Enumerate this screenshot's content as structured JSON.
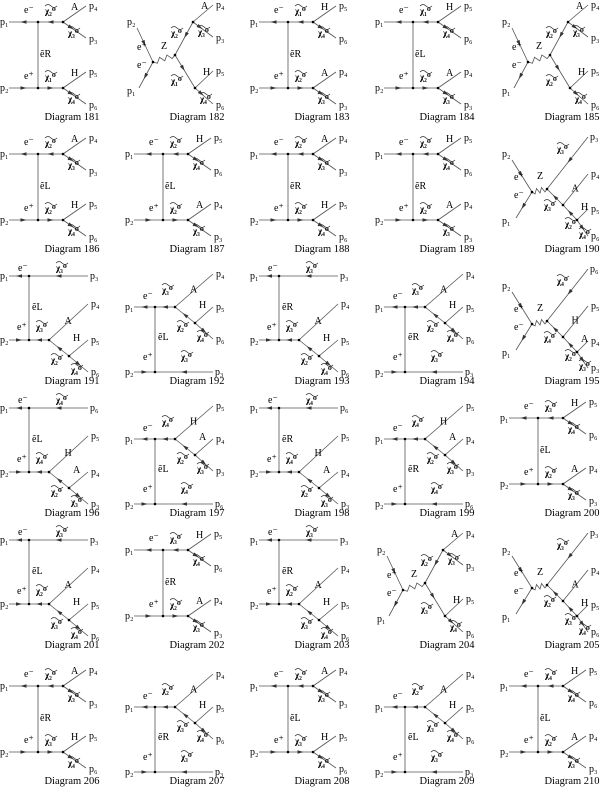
{
  "diagrams": [
    {
      "caption": "Diagram 181",
      "type": "T",
      "in_top": "p₁",
      "in_bot": "p₂",
      "e_top": "e⁻",
      "e_bot": "e⁺",
      "slepton": "ẽR",
      "top": {
        "chi": "χ₂⁰",
        "boson": "A",
        "boson_p": "p₄",
        "chi_out": "χ₃⁰",
        "chi_p": "p₃"
      },
      "bottom": {
        "chi": "χ₁⁰",
        "boson": "H",
        "boson_p": "p₅",
        "chi_out": "χ₄⁰",
        "chi_p": "p₆"
      }
    },
    {
      "caption": "Diagram 182",
      "type": "S",
      "in_top": "p₂",
      "in_bot": "p₁",
      "e_top": "e⁺",
      "e_bot": "e⁻",
      "prop": "Z",
      "top": {
        "chi": "χ₂⁰",
        "boson": "A",
        "boson_p": "p₄",
        "chi_out": "χ₃⁰",
        "chi_p": "p₃"
      },
      "bottom": {
        "chi": "χ₁⁰",
        "boson": "H",
        "boson_p": "p₅",
        "chi_out": "χ₄⁰",
        "chi_p": "p₆"
      }
    },
    {
      "caption": "Diagram 183",
      "type": "T",
      "in_top": "p₁",
      "in_bot": "p₂",
      "e_top": "e⁻",
      "e_bot": "e⁺",
      "slepton": "ẽR",
      "top": {
        "chi": "χ₁⁰",
        "boson": "H",
        "boson_p": "p₅",
        "chi_out": "χ₄⁰",
        "chi_p": "p₆"
      },
      "bottom": {
        "chi": "χ₂⁰",
        "boson": "A",
        "boson_p": "p₄",
        "chi_out": "χ₃⁰",
        "chi_p": "p₃"
      }
    },
    {
      "caption": "Diagram 184",
      "type": "T",
      "in_top": "p₁",
      "in_bot": "p₂",
      "e_top": "e⁻",
      "e_bot": "e⁺",
      "slepton": "ẽL",
      "top": {
        "chi": "χ₁⁰",
        "boson": "H",
        "boson_p": "p₅",
        "chi_out": "χ₄⁰",
        "chi_p": "p₆"
      },
      "bottom": {
        "chi": "χ₂⁰",
        "boson": "A",
        "boson_p": "p₄",
        "chi_out": "χ₃⁰",
        "chi_p": "p₃"
      }
    },
    {
      "caption": "Diagram 185",
      "type": "S",
      "in_top": "p₂",
      "in_bot": "p₁",
      "e_top": "e⁺",
      "e_bot": "e⁻",
      "prop": "Z",
      "top": {
        "chi": "χ₂⁰",
        "boson": "A",
        "boson_p": "p₄",
        "chi_out": "χ₃⁰",
        "chi_p": "p₃"
      },
      "bottom": {
        "chi": "χ₂⁰",
        "boson": "H",
        "boson_p": "p₅",
        "chi_out": "χ₄⁰",
        "chi_p": "p₆"
      }
    },
    {
      "caption": "Diagram 186",
      "type": "T",
      "in_top": "p₁",
      "in_bot": "p₂",
      "e_top": "e⁻",
      "e_bot": "e⁺",
      "slepton": "ẽL",
      "top": {
        "chi": "χ₂⁰",
        "boson": "A",
        "boson_p": "p₄",
        "chi_out": "χ₃⁰",
        "chi_p": "p₃"
      },
      "bottom": {
        "chi": "χ₂⁰",
        "boson": "H",
        "boson_p": "p₅",
        "chi_out": "χ₄⁰",
        "chi_p": "p₆"
      }
    },
    {
      "caption": "Diagram 187",
      "type": "T",
      "in_top": "p₁",
      "in_bot": "p₂",
      "e_top": "e⁻",
      "e_bot": "e⁺",
      "slepton": "ẽL",
      "top": {
        "chi": "χ₂⁰",
        "boson": "H",
        "boson_p": "p₅",
        "chi_out": "χ₄⁰",
        "chi_p": "p₆"
      },
      "bottom": {
        "chi": "χ₂⁰",
        "boson": "A",
        "boson_p": "p₄",
        "chi_out": "χ₃⁰",
        "chi_p": "p₃"
      }
    },
    {
      "caption": "Diagram 188",
      "type": "T",
      "in_top": "p₁",
      "in_bot": "p₂",
      "e_top": "e⁻",
      "e_bot": "e⁺",
      "slepton": "ẽR",
      "top": {
        "chi": "χ₂⁰",
        "boson": "A",
        "boson_p": "p₄",
        "chi_out": "χ₃⁰",
        "chi_p": "p₃"
      },
      "bottom": {
        "chi": "χ₂⁰",
        "boson": "H",
        "boson_p": "p₅",
        "chi_out": "χ₄⁰",
        "chi_p": "p₆"
      }
    },
    {
      "caption": "Diagram 189",
      "type": "T",
      "in_top": "p₁",
      "in_bot": "p₂",
      "e_top": "e⁻",
      "e_bot": "e⁺",
      "slepton": "ẽR",
      "top": {
        "chi": "χ₂⁰",
        "boson": "H",
        "boson_p": "p₅",
        "chi_out": "χ₄⁰",
        "chi_p": "p₆"
      },
      "bottom": {
        "chi": "χ₂⁰",
        "boson": "A",
        "boson_p": "p₄",
        "chi_out": "χ₃⁰",
        "chi_p": "p₃"
      }
    },
    {
      "caption": "Diagram 190",
      "type": "SC",
      "in_top": "p₂",
      "in_bot": "p₁",
      "e_top": "e⁺",
      "e_bot": "e⁻",
      "prop": "Z",
      "straight": {
        "chi": "χ₃⁰",
        "p": "p₃"
      },
      "chain": {
        "chi_a": "χ₃⁰",
        "boson_1": "A",
        "boson_1_p": "p₄",
        "chi_b": "χ₂⁰",
        "boson_2": "H",
        "boson_2_p": "p₅",
        "chi_c": "χ₄⁰",
        "chi_c_p": "p₆"
      }
    },
    {
      "caption": "Diagram 191",
      "type": "C",
      "in_top": "p₁",
      "in_bot": "p₂",
      "e_top": "e⁻",
      "e_bot": "e⁺",
      "slepton": "ẽL",
      "straight": {
        "chi": "χ₃⁰",
        "p": "p₃"
      },
      "chain": {
        "chi_a": "χ₃⁰",
        "boson_1": "A",
        "boson_1_p": "p₄",
        "chi_b": "χ₂⁰",
        "boson_2": "H",
        "boson_2_p": "p₅",
        "chi_c": "χ₄⁰",
        "chi_c_p": "p₆"
      }
    },
    {
      "caption": "Diagram 192",
      "type": "D",
      "in_top": "p₁",
      "in_bot": "p₂",
      "e_top": "e⁻",
      "e_bot": "e⁺",
      "slepton": "ẽL",
      "straight": {
        "chi": "χ₃⁰",
        "p": "p₃"
      },
      "chain": {
        "chi_a": "χ₃⁰",
        "boson_1": "A",
        "boson_1_p": "p₄",
        "chi_b": "χ₂⁰",
        "boson_2": "H",
        "boson_2_p": "p₅",
        "chi_c": "χ₄⁰",
        "chi_c_p": "p₆"
      }
    },
    {
      "caption": "Diagram 193",
      "type": "C",
      "in_top": "p₁",
      "in_bot": "p₂",
      "e_top": "e⁻",
      "e_bot": "e⁺",
      "slepton": "ẽR",
      "straight": {
        "chi": "χ₃⁰",
        "p": "p₃"
      },
      "chain": {
        "chi_a": "χ₃⁰",
        "boson_1": "A",
        "boson_1_p": "p₄",
        "chi_b": "χ₂⁰",
        "boson_2": "H",
        "boson_2_p": "p₅",
        "chi_c": "χ₄⁰",
        "chi_c_p": "p₆"
      }
    },
    {
      "caption": "Diagram 194",
      "type": "D",
      "in_top": "p₁",
      "in_bot": "p₂",
      "e_top": "e⁻",
      "e_bot": "e⁺",
      "slepton": "ẽR",
      "straight": {
        "chi": "χ₃⁰",
        "p": "p₃"
      },
      "chain": {
        "chi_a": "χ₃⁰",
        "boson_1": "A",
        "boson_1_p": "p₄",
        "chi_b": "χ₂⁰",
        "boson_2": "H",
        "boson_2_p": "p₅",
        "chi_c": "χ₄⁰",
        "chi_c_p": "p₆"
      }
    },
    {
      "caption": "Diagram 195",
      "type": "SC",
      "in_top": "p₂",
      "in_bot": "p₁",
      "e_top": "e⁺",
      "e_bot": "e⁻",
      "prop": "Z",
      "straight": {
        "chi": "χ₄⁰",
        "p": "p₆"
      },
      "chain": {
        "chi_a": "χ₄⁰",
        "boson_1": "H",
        "boson_1_p": "p₅",
        "chi_b": "χ₂⁰",
        "boson_2": "A",
        "boson_2_p": "p₄",
        "chi_c": "χ₃⁰",
        "chi_c_p": "p₃"
      }
    },
    {
      "caption": "Diagram 196",
      "type": "C",
      "in_top": "p₁",
      "in_bot": "p₂",
      "e_top": "e⁻",
      "e_bot": "e⁺",
      "slepton": "ẽL",
      "straight": {
        "chi": "χ₄⁰",
        "p": "p₆"
      },
      "chain": {
        "chi_a": "χ₄⁰",
        "boson_1": "H",
        "boson_1_p": "p₅",
        "chi_b": "χ₂⁰",
        "boson_2": "A",
        "boson_2_p": "p₄",
        "chi_c": "χ₃⁰",
        "chi_c_p": "p₃"
      }
    },
    {
      "caption": "Diagram 197",
      "type": "D",
      "in_top": "p₁",
      "in_bot": "p₂",
      "e_top": "e⁻",
      "e_bot": "e⁺",
      "slepton": "ẽL",
      "straight": {
        "chi": "χ₄⁰",
        "p": "p₆"
      },
      "chain": {
        "chi_a": "χ₄⁰",
        "boson_1": "H",
        "boson_1_p": "p₅",
        "chi_b": "χ₂⁰",
        "boson_2": "A",
        "boson_2_p": "p₄",
        "chi_c": "χ₃⁰",
        "chi_c_p": "p₃"
      }
    },
    {
      "caption": "Diagram 198",
      "type": "C",
      "in_top": "p₁",
      "in_bot": "p₂",
      "e_top": "e⁻",
      "e_bot": "e⁺",
      "slepton": "ẽR",
      "straight": {
        "chi": "χ₄⁰",
        "p": "p₆"
      },
      "chain": {
        "chi_a": "χ₄⁰",
        "boson_1": "H",
        "boson_1_p": "p₅",
        "chi_b": "χ₂⁰",
        "boson_2": "A",
        "boson_2_p": "p₄",
        "chi_c": "χ₃⁰",
        "chi_c_p": "p₃"
      }
    },
    {
      "caption": "Diagram 199",
      "type": "D",
      "in_top": "p₁",
      "in_bot": "p₂",
      "e_top": "e⁻",
      "e_bot": "e⁺",
      "slepton": "ẽR",
      "straight": {
        "chi": "χ₄⁰",
        "p": "p₆"
      },
      "chain": {
        "chi_a": "χ₄⁰",
        "boson_1": "H",
        "boson_1_p": "p₅",
        "chi_b": "χ₂⁰",
        "boson_2": "A",
        "boson_2_p": "p₄",
        "chi_c": "χ₃⁰",
        "chi_c_p": "p₃"
      }
    },
    {
      "caption": "Diagram 200",
      "type": "T",
      "in_top": "p₁",
      "in_bot": "p₂",
      "e_top": "e⁻",
      "e_bot": "e⁺",
      "slepton": "ẽL",
      "top": {
        "chi": "χ₃⁰",
        "boson": "H",
        "boson_p": "p₅",
        "chi_out": "χ₄⁰",
        "chi_p": "p₆"
      },
      "bottom": {
        "chi": "χ₂⁰",
        "boson": "A",
        "boson_p": "p₄",
        "chi_out": "χ₃⁰",
        "chi_p": "p₃"
      }
    },
    {
      "caption": "Diagram 201",
      "type": "C",
      "in_top": "p₁",
      "in_bot": "p₂",
      "e_top": "e⁻",
      "e_bot": "e⁺",
      "slepton": "ẽL",
      "straight": {
        "chi": "χ₃⁰",
        "p": "p₃"
      },
      "chain": {
        "chi_a": "χ₂⁰",
        "boson_1": "A",
        "boson_1_p": "p₄",
        "chi_b": "χ₃⁰",
        "boson_2": "H",
        "boson_2_p": "p₅",
        "chi_c": "χ₄⁰",
        "chi_c_p": "p₆"
      }
    },
    {
      "caption": "Diagram 202",
      "type": "T",
      "in_top": "p₁",
      "in_bot": "p₂",
      "e_top": "e⁻",
      "e_bot": "e⁺",
      "slepton": "ẽR",
      "top": {
        "chi": "χ₃⁰",
        "boson": "H",
        "boson_p": "p₅",
        "chi_out": "χ₄⁰",
        "chi_p": "p₆"
      },
      "bottom": {
        "chi": "χ₂⁰",
        "boson": "A",
        "boson_p": "p₄",
        "chi_out": "χ₃⁰",
        "chi_p": "p₃"
      }
    },
    {
      "caption": "Diagram 203",
      "type": "C",
      "in_top": "p₁",
      "in_bot": "p₂",
      "e_top": "e⁻",
      "e_bot": "e⁺",
      "slepton": "ẽR",
      "straight": {
        "chi": "χ₃⁰",
        "p": "p₃"
      },
      "chain": {
        "chi_a": "χ₂⁰",
        "boson_1": "A",
        "boson_1_p": "p₄",
        "chi_b": "χ₃⁰",
        "boson_2": "H",
        "boson_2_p": "p₅",
        "chi_c": "χ₄⁰",
        "chi_c_p": "p₆"
      }
    },
    {
      "caption": "Diagram 204",
      "type": "S",
      "in_top": "p₂",
      "in_bot": "p₁",
      "e_top": "e⁺",
      "e_bot": "e⁻",
      "prop": "Z",
      "top": {
        "chi": "χ₂⁰",
        "boson": "A",
        "boson_p": "p₄",
        "chi_out": "χ₃⁰",
        "chi_p": "p₃"
      },
      "bottom": {
        "chi": "χ₃⁰",
        "boson": "H",
        "boson_p": "p₅",
        "chi_out": "χ₄⁰",
        "chi_p": "p₆"
      }
    },
    {
      "caption": "Diagram 205",
      "type": "SC",
      "in_top": "p₂",
      "in_bot": "p₁",
      "e_top": "e⁺",
      "e_bot": "e⁻",
      "prop": "Z",
      "straight": {
        "chi": "χ₃⁰",
        "p": "p₃"
      },
      "chain": {
        "chi_a": "χ₂⁰",
        "boson_1": "A",
        "boson_1_p": "p₄",
        "chi_b": "χ₃⁰",
        "boson_2": "H",
        "boson_2_p": "p₅",
        "chi_c": "χ₄⁰",
        "chi_c_p": "p₆"
      }
    },
    {
      "caption": "Diagram 206",
      "type": "T",
      "in_top": "p₁",
      "in_bot": "p₂",
      "e_top": "e⁻",
      "e_bot": "e⁺",
      "slepton": "ẽR",
      "top": {
        "chi": "χ₂⁰",
        "boson": "A",
        "boson_p": "p₄",
        "chi_out": "χ₃⁰",
        "chi_p": "p₃"
      },
      "bottom": {
        "chi": "χ₃⁰",
        "boson": "H",
        "boson_p": "p₅",
        "chi_out": "χ₄⁰",
        "chi_p": "p₆"
      }
    },
    {
      "caption": "Diagram 207",
      "type": "D",
      "in_top": "p₁",
      "in_bot": "p₂",
      "e_top": "e⁻",
      "e_bot": "e⁺",
      "slepton": "ẽR",
      "straight": {
        "chi": "χ₃⁰",
        "p": "p₃"
      },
      "chain": {
        "chi_a": "χ₂⁰",
        "boson_1": "A",
        "boson_1_p": "p₄",
        "chi_b": "χ₃⁰",
        "boson_2": "H",
        "boson_2_p": "p₅",
        "chi_c": "χ₄⁰",
        "chi_c_p": "p₆"
      }
    },
    {
      "caption": "Diagram 208",
      "type": "T",
      "in_top": "p₁",
      "in_bot": "p₂",
      "e_top": "e⁻",
      "e_bot": "e⁺",
      "slepton": "ẽL",
      "top": {
        "chi": "χ₂⁰",
        "boson": "A",
        "boson_p": "p₄",
        "chi_out": "χ₃⁰",
        "chi_p": "p₃"
      },
      "bottom": {
        "chi": "χ₃⁰",
        "boson": "H",
        "boson_p": "p₅",
        "chi_out": "χ₄⁰",
        "chi_p": "p₆"
      }
    },
    {
      "caption": "Diagram 209",
      "type": "D",
      "in_top": "p₁",
      "in_bot": "p₂",
      "e_top": "e⁻",
      "e_bot": "e⁺",
      "slepton": "ẽL",
      "straight": {
        "chi": "χ₃⁰",
        "p": "p₃"
      },
      "chain": {
        "chi_a": "χ₂⁰",
        "boson_1": "A",
        "boson_1_p": "p₄",
        "chi_b": "χ₃⁰",
        "boson_2": "H",
        "boson_2_p": "p₅",
        "chi_c": "χ₄⁰",
        "chi_c_p": "p₆"
      }
    },
    {
      "caption": "Diagram 210",
      "type": "T",
      "in_top": "p₁",
      "in_bot": "p₂",
      "e_top": "e⁻",
      "e_bot": "e⁺",
      "slepton": "ẽL",
      "top": {
        "chi": "χ₄⁰",
        "boson": "H",
        "boson_p": "p₅",
        "chi_out": "χ₄⁰",
        "chi_p": "p₆"
      },
      "bottom": {
        "chi": "χ₂⁰",
        "boson": "A",
        "boson_p": "p₄",
        "chi_out": "χ₃⁰",
        "chi_p": "p₃"
      }
    }
  ]
}
